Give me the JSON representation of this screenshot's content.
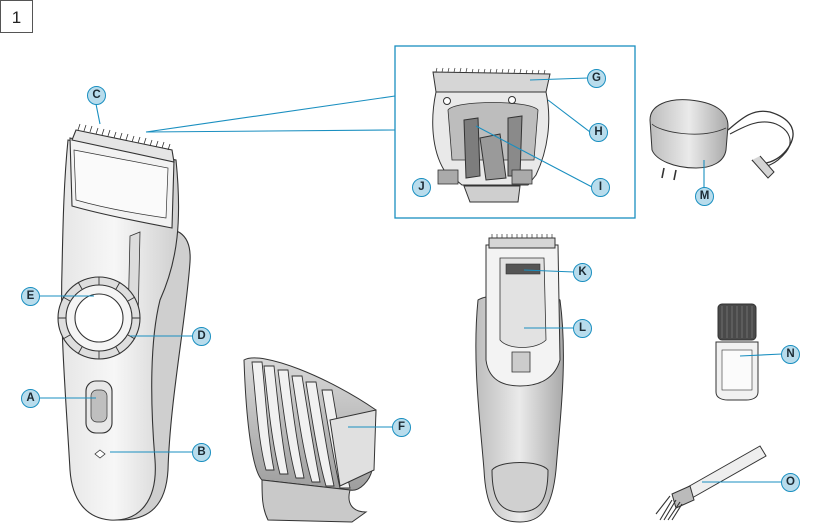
{
  "page_number": "1",
  "callouts": {
    "A": "A",
    "B": "B",
    "C": "C",
    "D": "D",
    "E": "E",
    "F": "F",
    "G": "G",
    "H": "H",
    "I": "I",
    "J": "J",
    "K": "K",
    "L": "L",
    "M": "M",
    "N": "N",
    "O": "O"
  },
  "colors": {
    "callout_fill": "#b8dcec",
    "callout_stroke": "#1a8fc0",
    "leader_line": "#1a8fc0",
    "drawing_stroke": "#333333"
  }
}
